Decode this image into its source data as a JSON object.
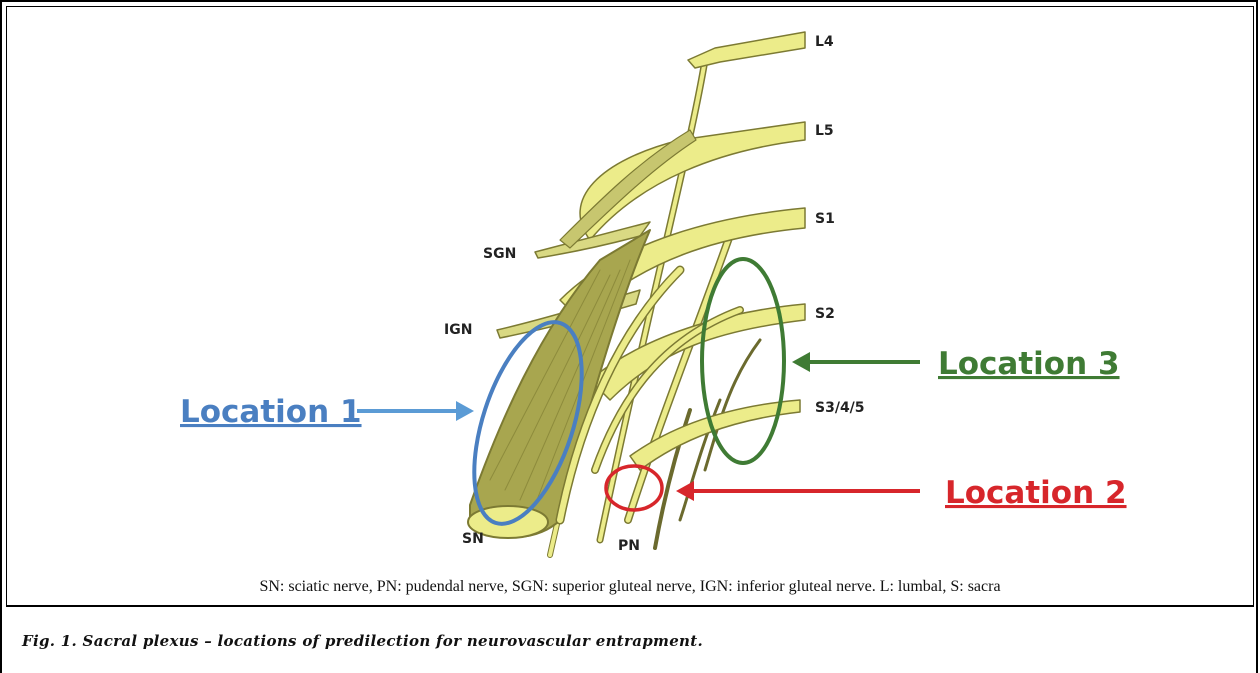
{
  "diagram": {
    "nerve_roots": [
      "L4",
      "L5",
      "S1",
      "S2",
      "S3/4/5"
    ],
    "branches": [
      "SGN",
      "IGN",
      "SN",
      "PN"
    ],
    "locations": [
      {
        "label": "Location 1",
        "color": "#4a7fc1"
      },
      {
        "label": "Location 2",
        "color": "#d7262b"
      },
      {
        "label": "Location 3",
        "color": "#3f7b34"
      }
    ],
    "nerve_color": "#ecec8a",
    "nerve_outline": "#7c7a33"
  },
  "abbreviations": "SN: sciatic nerve, PN: pudendal nerve, SGN: superior gluteal nerve, IGN: inferior gluteal nerve. L: lumbal, S: sacra",
  "caption": "Fig. 1. Sacral plexus – locations of predilection for neurovascular entrapment."
}
